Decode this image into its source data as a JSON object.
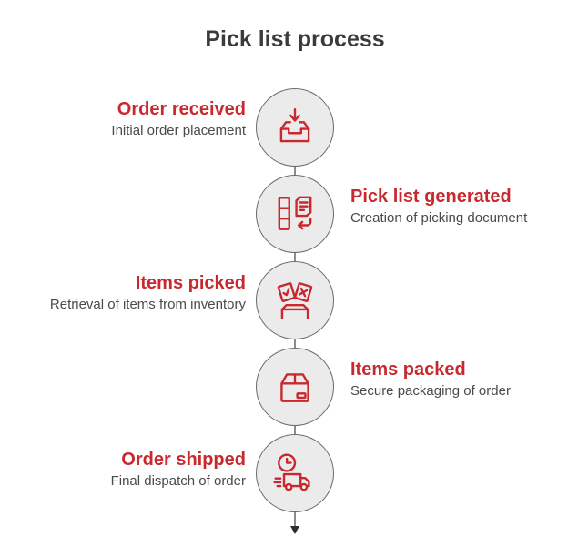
{
  "title": "Pick list process",
  "colors": {
    "accent_red": "#c9292e",
    "circle_fill": "#ebebeb",
    "circle_border": "#6a6a6a",
    "line": "#8c8c8c",
    "arrow": "#2d2d2d",
    "title_text": "#3b3b3b",
    "desc_text": "#4a4a4a"
  },
  "steps": [
    {
      "label": "Order received",
      "description": "Initial order placement",
      "side": "left",
      "icon": "inbox-receive-icon"
    },
    {
      "label": "Pick list generated",
      "description": "Creation of picking document",
      "side": "right",
      "icon": "pick-list-document-icon"
    },
    {
      "label": "Items picked",
      "description": "Retrieval of items from inventory",
      "side": "left",
      "icon": "sorting-items-icon"
    },
    {
      "label": "Items packed",
      "description": "Secure packaging of order",
      "side": "right",
      "icon": "package-box-icon"
    },
    {
      "label": "Order shipped",
      "description": "Final dispatch of order",
      "side": "left",
      "icon": "delivery-truck-icon"
    }
  ]
}
